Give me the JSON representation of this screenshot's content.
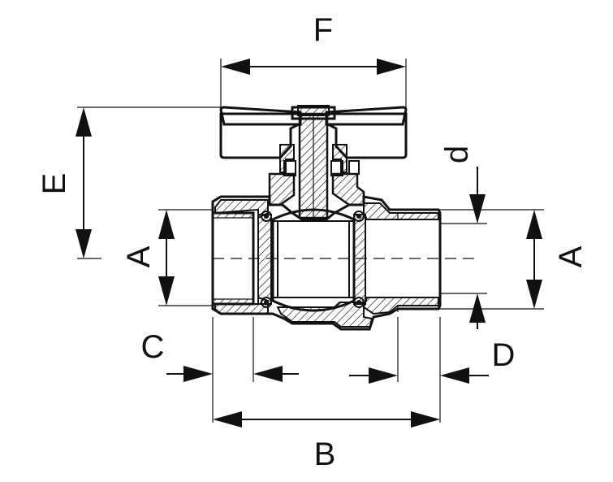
{
  "diagram": {
    "labels": {
      "F": "F",
      "E": "E",
      "A_left": "A",
      "A_right": "A",
      "d": "d",
      "C": "C",
      "D": "D",
      "B": "B"
    },
    "colors": {
      "line": "#111111",
      "background": "#ffffff"
    }
  }
}
